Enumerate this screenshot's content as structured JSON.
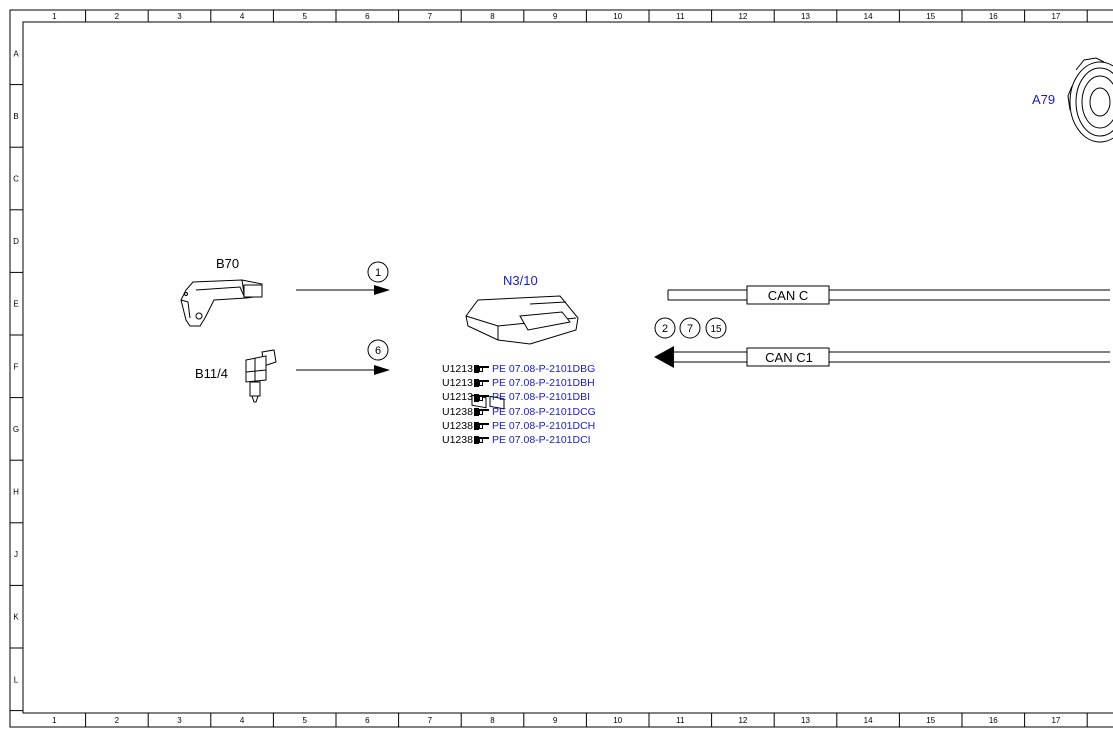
{
  "grid": {
    "columns": [
      "1",
      "2",
      "3",
      "4",
      "5",
      "6",
      "7",
      "8",
      "9",
      "10",
      "11",
      "12",
      "13",
      "14",
      "15",
      "16",
      "17"
    ],
    "rows": [
      "A",
      "B",
      "C",
      "D",
      "E",
      "F",
      "G",
      "H",
      "J",
      "K",
      "L"
    ]
  },
  "components": {
    "b70": "B70",
    "b11_4": "B11/4",
    "n3_10": "N3/10",
    "a79": "A79"
  },
  "markers": {
    "m1": "1",
    "m6": "6",
    "m2": "2",
    "m7": "7",
    "m15": "15"
  },
  "buses": {
    "can_c": "CAN C",
    "can_c1": "CAN C1"
  },
  "references": [
    {
      "code": "U1213",
      "link": "PE 07.08-P-2101DBG"
    },
    {
      "code": "U1213",
      "link": "PE 07.08-P-2101DBH"
    },
    {
      "code": "U1213",
      "link": "PE 07.08-P-2101DBI"
    },
    {
      "code": "U1238",
      "link": "PE 07.08-P-2101DCG"
    },
    {
      "code": "U1238",
      "link": "PE 07.08-P-2101DCH"
    },
    {
      "code": "U1238",
      "link": "PE 07.08-P-2101DCI"
    }
  ],
  "colors": {
    "link": "#1a1acc",
    "line": "#000000"
  }
}
